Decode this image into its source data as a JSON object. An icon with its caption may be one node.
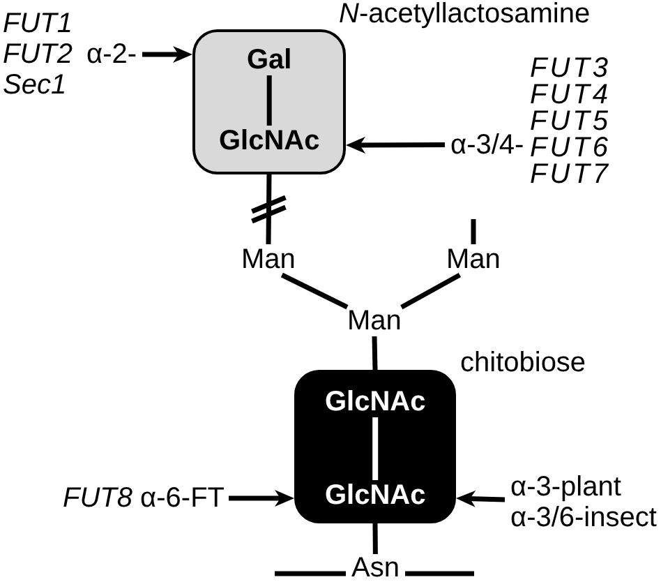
{
  "diagram": {
    "nodes": [
      {
        "text": [
          "FUT1 FUT2 Sec1",
          "α-2-"
        ]
      },
      {
        "text": [
          "*N*-acetyllactosamine"
        ]
      },
      {
        "text": [
          "Gal"
        ],
        "in": 1
      },
      {
        "text": [
          "GlcNAc"
        ],
        "in": 1
      },
      {
        "text": [
          "α-3/4-",
          "FUT3 FUT4 FUT5 FUT6 FUT7"
        ]
      },
      {
        "text": [
          "Man"
        ]
      },
      {
        "text": [
          "Man"
        ]
      },
      {
        "text": [
          "Man"
        ]
      },
      {
        "text": [
          "chitobiose"
        ]
      },
      {
        "text": [
          "GlcNAc"
        ],
        "in": 8
      },
      {
        "text": [
          "GlcNAc"
        ],
        "in": 8
      },
      {
        "text": [
          "*FUT8* α-6-FT"
        ]
      },
      {
        "text": [
          "α-3-plant α-3/6-insect"
        ]
      },
      {
        "text": [
          "Asn"
        ]
      }
    ],
    "edges": [
      {
        "from": 0,
        "to": 1,
        "arrow": "to"
      },
      {
        "from": 2,
        "to": 3,
        "arrow": "none"
      },
      {
        "from": 4,
        "to": 1,
        "arrow": "to"
      },
      {
        "from": 1,
        "to": 5,
        "arrow": "none"
      },
      {
        "from": null,
        "to": 6,
        "arrow": "none"
      },
      {
        "from": 5,
        "to": 7,
        "arrow": "none"
      },
      {
        "from": 6,
        "to": 7,
        "arrow": "none"
      },
      {
        "from": 7,
        "to": 8,
        "arrow": "none"
      },
      {
        "from": 9,
        "to": 10,
        "arrow": "none",
        "color": "#ffffff"
      },
      {
        "from": 11,
        "to": 8,
        "arrow": "to"
      },
      {
        "from": 12,
        "to": 8,
        "arrow": "to"
      },
      {
        "from": 8,
        "to": 13,
        "arrow": "none"
      },
      {
        "from": null,
        "to": 13,
        "arrow": "none"
      },
      {
        "from": 13,
        "to": null,
        "arrow": "none"
      }
    ]
  }
}
